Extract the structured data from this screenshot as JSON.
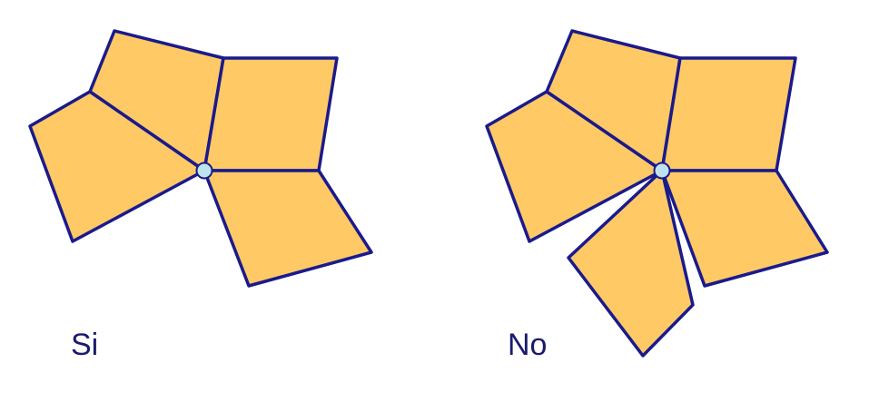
{
  "colors": {
    "tile_fill": "#FFC966",
    "tile_stroke": "#1A1A8C",
    "vertex_fill": "#BFE3EE",
    "caption_text": "#1A1A6E"
  },
  "panels": [
    {
      "caption": "Si",
      "tile_count": 4
    },
    {
      "caption": "No",
      "tile_count": 5
    }
  ]
}
